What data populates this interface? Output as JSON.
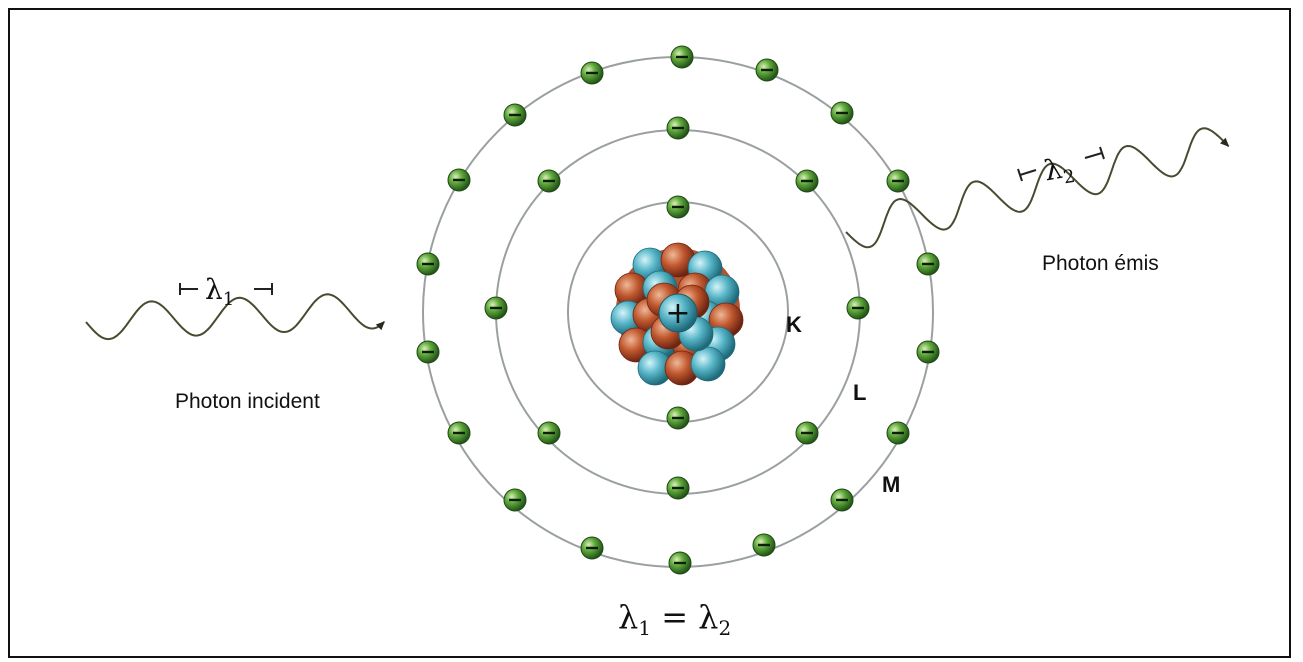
{
  "diagram": {
    "incident_label": "Photon incident",
    "emitted_label": "Photon émis",
    "lambda_symbol": "λ",
    "lambda1_sub": "1",
    "lambda2_sub": "2",
    "equation_left": "λ",
    "equation_mid": " = λ",
    "shells": {
      "k": "K",
      "l": "L",
      "m": "M"
    },
    "nucleus_sign": "+",
    "electron_sign": "−",
    "colors": {
      "orbit": "#9aa0a0",
      "electron": "#3f8a2a",
      "proton": "#b5532f",
      "neutron": "#4aa8b8",
      "wave": "#4a4a30"
    }
  }
}
